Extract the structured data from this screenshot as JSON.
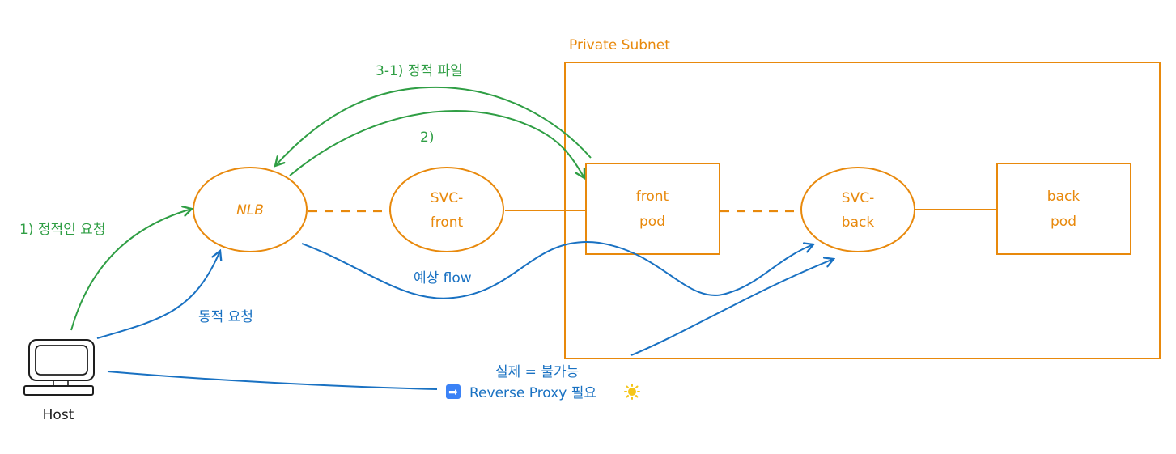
{
  "colors": {
    "orange": "#e8890c",
    "green": "#2f9e44",
    "blue": "#1971c2",
    "dark": "#1e1e1e",
    "emoji_yellow": "#f5c518",
    "emoji_blue": "#3b82f6"
  },
  "subnet": {
    "title": "Private Subnet"
  },
  "nodes": {
    "nlb": {
      "label": "NLB"
    },
    "svc_front": {
      "line1": "SVC-",
      "line2": "front"
    },
    "front_pod": {
      "line1": "front",
      "line2": "pod"
    },
    "svc_back": {
      "line1": "SVC-",
      "line2": "back"
    },
    "back_pod": {
      "line1": "back",
      "line2": "pod"
    },
    "host": {
      "label": "Host",
      "icon": "computer-icon"
    }
  },
  "labels": {
    "static_request": "1) 정적인 요청",
    "step2": "2)",
    "static_file": "3-1) 정적 파일",
    "dynamic_request": "동적 요청",
    "expected_flow": "예상 flow",
    "reality": "실제 = 불가능",
    "reverse_proxy": "Reverse Proxy 필요",
    "arrow_emoji": "➡",
    "sun_emoji": "sun-icon"
  }
}
